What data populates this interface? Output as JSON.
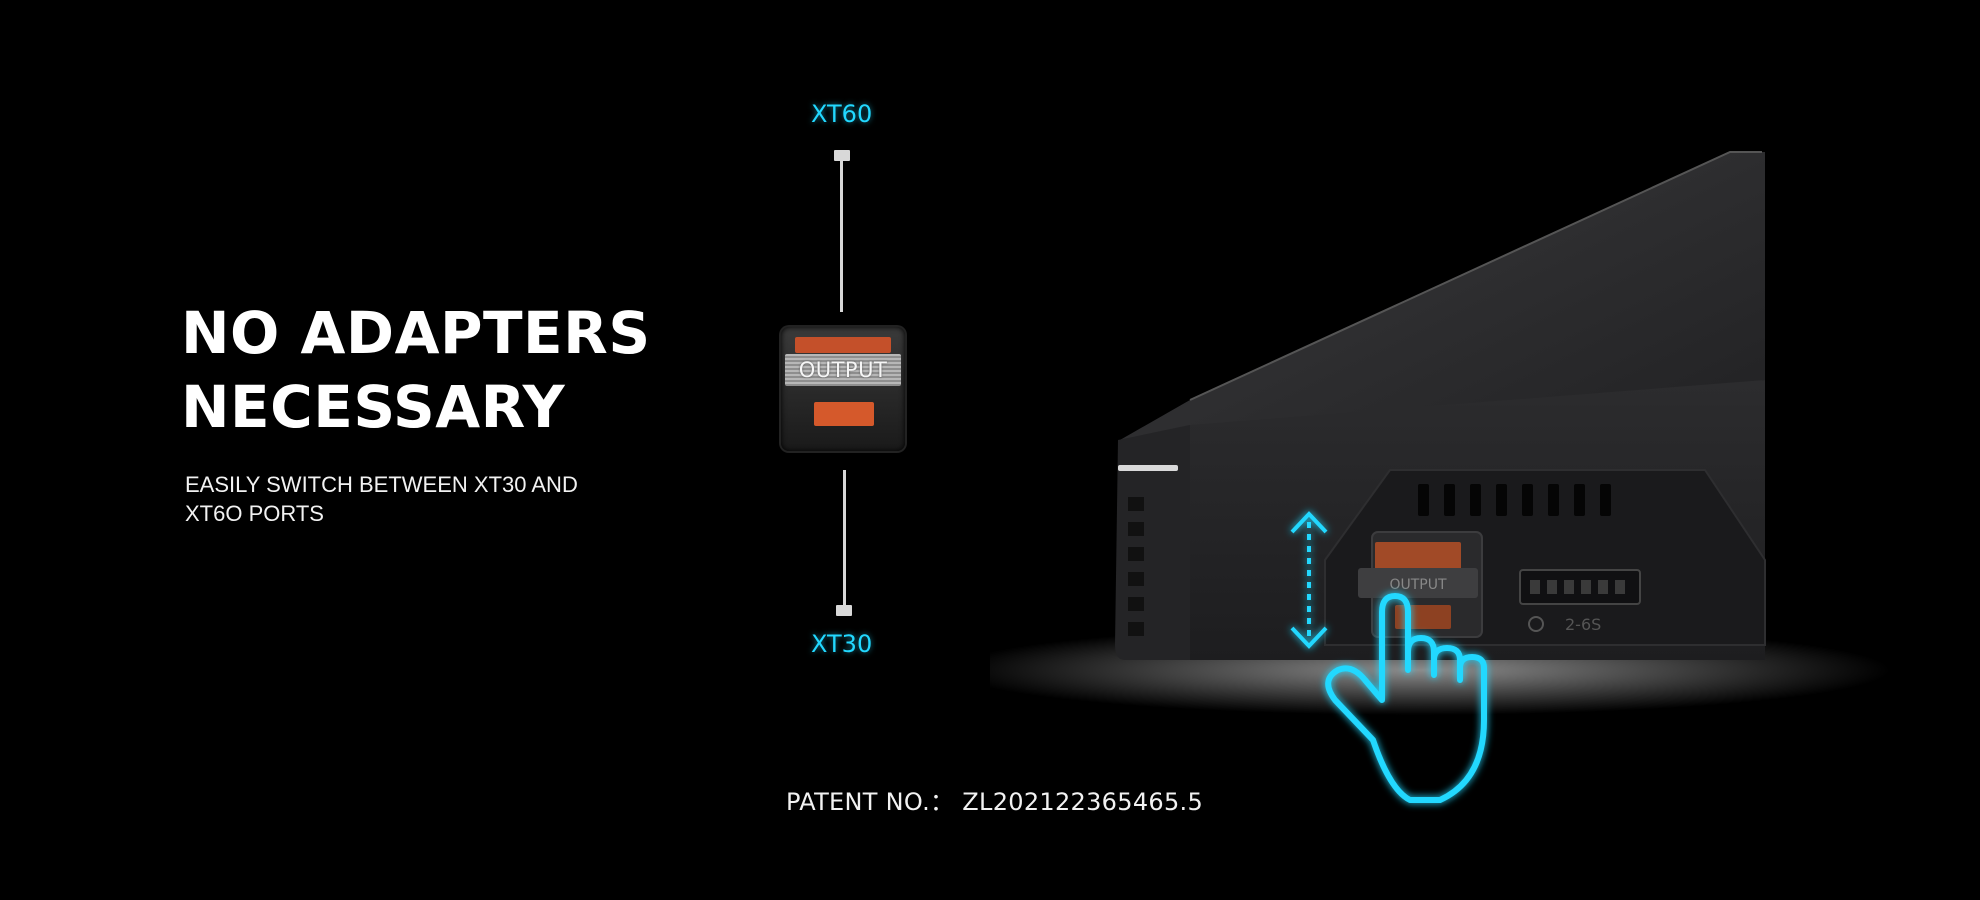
{
  "headline": {
    "line1": "NO ADAPTERS",
    "line2": "NECESSARY"
  },
  "subhead": {
    "line1": "EASILY SWITCH BETWEEN XT30 AND",
    "line2": "XT6O PORTS"
  },
  "diagram": {
    "top_label": "XT60",
    "bottom_label": "XT30",
    "port_label": "OUTPUT"
  },
  "device": {
    "port_label": "OUTPUT",
    "balance_label": "2-6S"
  },
  "patent": {
    "text": "PATENT NO.： ZL202122365465.5"
  },
  "icons": [
    "hand-pointer-icon",
    "vertical-double-arrow-icon"
  ],
  "colors": {
    "accent": "#22d8ff",
    "background": "#000000",
    "connector_orange": "#d5592b"
  }
}
